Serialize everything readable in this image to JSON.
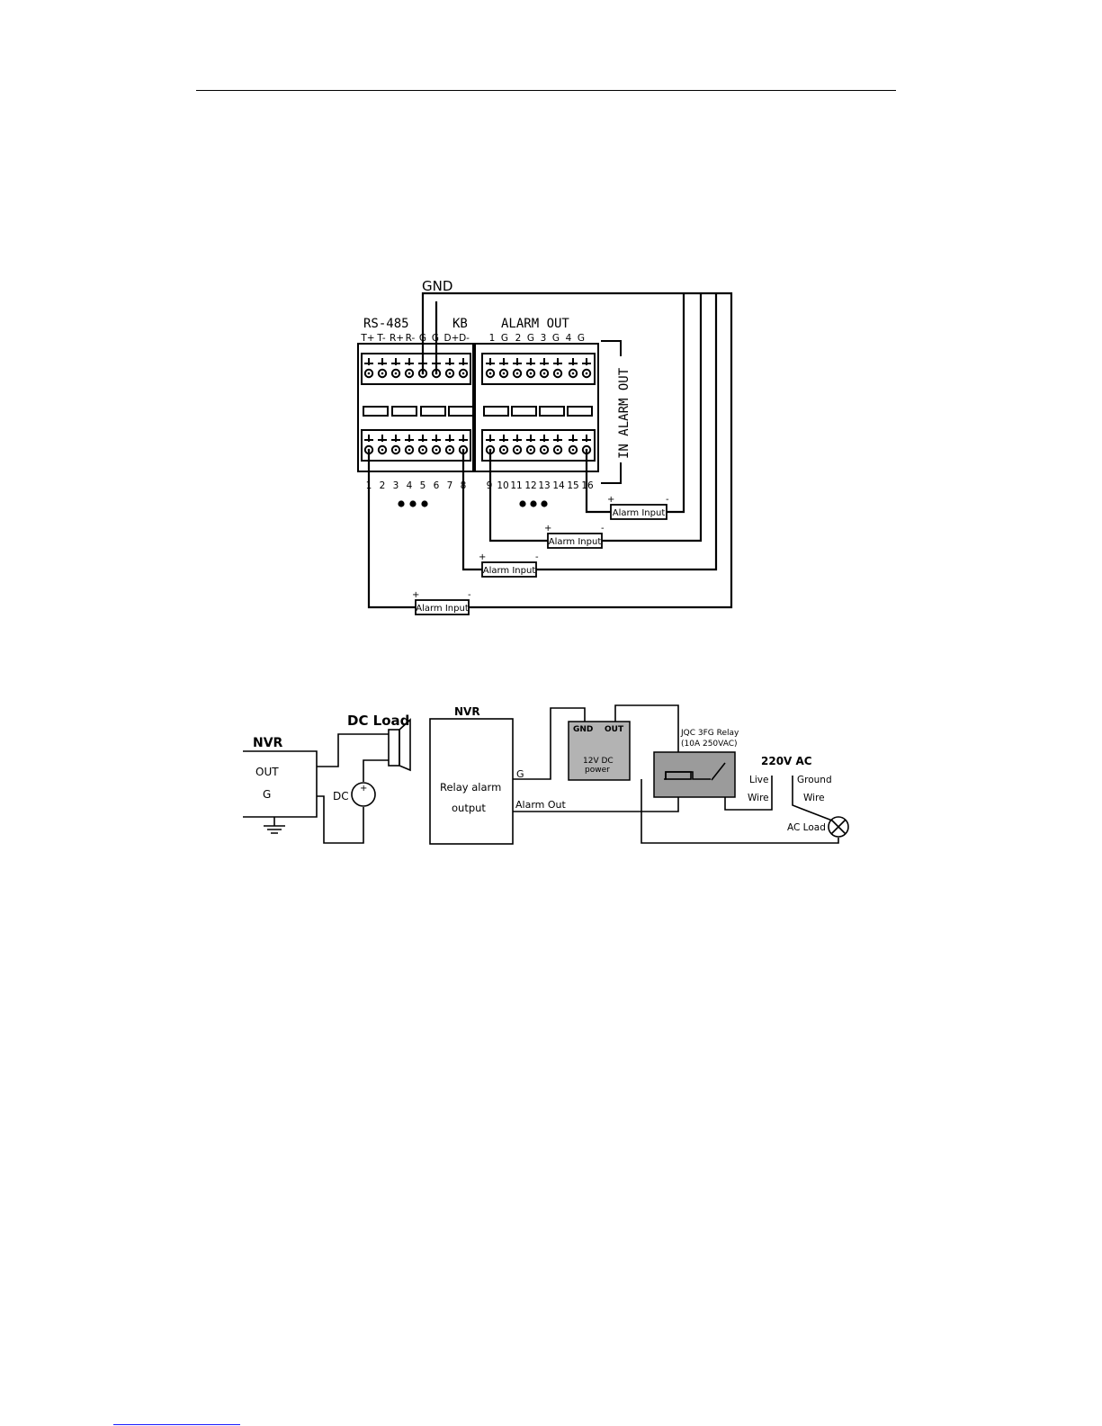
{
  "diagram1": {
    "gnd_label": "GND",
    "rs485_label": "RS-485",
    "kb_label": "KB",
    "alarm_out_label": "ALARM OUT",
    "top_pins": [
      "T+",
      "T-",
      "R+",
      "R-",
      "G",
      "G",
      "D+",
      "D-",
      "1",
      "G",
      "2",
      "G",
      "3",
      "G",
      "4",
      "G"
    ],
    "bottom_pins": [
      "1",
      "2",
      "3",
      "4",
      "5",
      "6",
      "7",
      "8",
      "9",
      "10",
      "11",
      "12",
      "13",
      "14",
      "15",
      "16"
    ],
    "side_label": "IN ALARM OUT",
    "alarm_input_label": "Alarm Input",
    "plus": "+",
    "minus": "-"
  },
  "diagram2": {
    "nvr_left": "NVR",
    "out": "OUT",
    "g": "G",
    "dc_load": "DC Load",
    "dc": "DC",
    "dc_plus": "+",
    "nvr_mid": "NVR",
    "relay_alarm": "Relay alarm",
    "output": "output",
    "g_wire": "G",
    "alarm_out_wire": "Alarm Out",
    "psu_gnd": "GND",
    "psu_out": "OUT",
    "psu_line1": "12V  DC",
    "psu_line2": "power",
    "relay_name": "JQC 3FG Relay",
    "relay_rating": "(10A  250VAC)",
    "ac_title": "220V  AC",
    "live": "Live",
    "wire1": "Wire",
    "ground": "Ground",
    "wire2": "Wire",
    "ac_load": "AC Load"
  }
}
